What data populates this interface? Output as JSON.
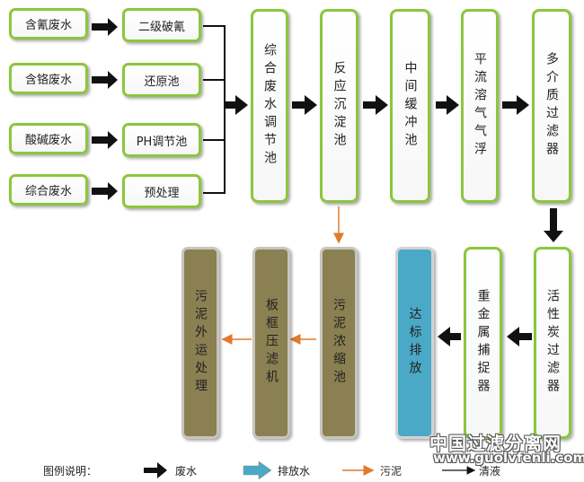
{
  "sources": [
    "含氰废水",
    "含铬废水",
    "酸碱废水",
    "综合废水"
  ],
  "pretreatments": [
    "二级破氰",
    "还原池",
    "PH调节池",
    "预处理"
  ],
  "main_stages": [
    "综合废水调节池",
    "反应沉淀池",
    "中间缓冲池",
    "平流溶气气浮",
    "多介质过滤器"
  ],
  "water_stages": [
    "活性炭过滤器",
    "重金属捕捉器"
  ],
  "discharge": "达标排放",
  "sludge_stages": [
    "污泥浓缩池",
    "板框压滤机",
    "污泥外运处理"
  ],
  "legend": {
    "title": "图例说明：",
    "wastewater": "废水",
    "discharge_water": "排放水",
    "sludge": "污泥",
    "clear_liquid": "清液"
  },
  "watermark": {
    "name": "中国过滤分离网",
    "url": "www.guolvfenli.com"
  },
  "colors": {
    "box_border": "#8cc63e",
    "sludge_box": "#8a8051",
    "discharge_box": "#4aa9c6",
    "sludge_arrow": "#e07a2c",
    "wastewater_arrow": "#111111"
  }
}
